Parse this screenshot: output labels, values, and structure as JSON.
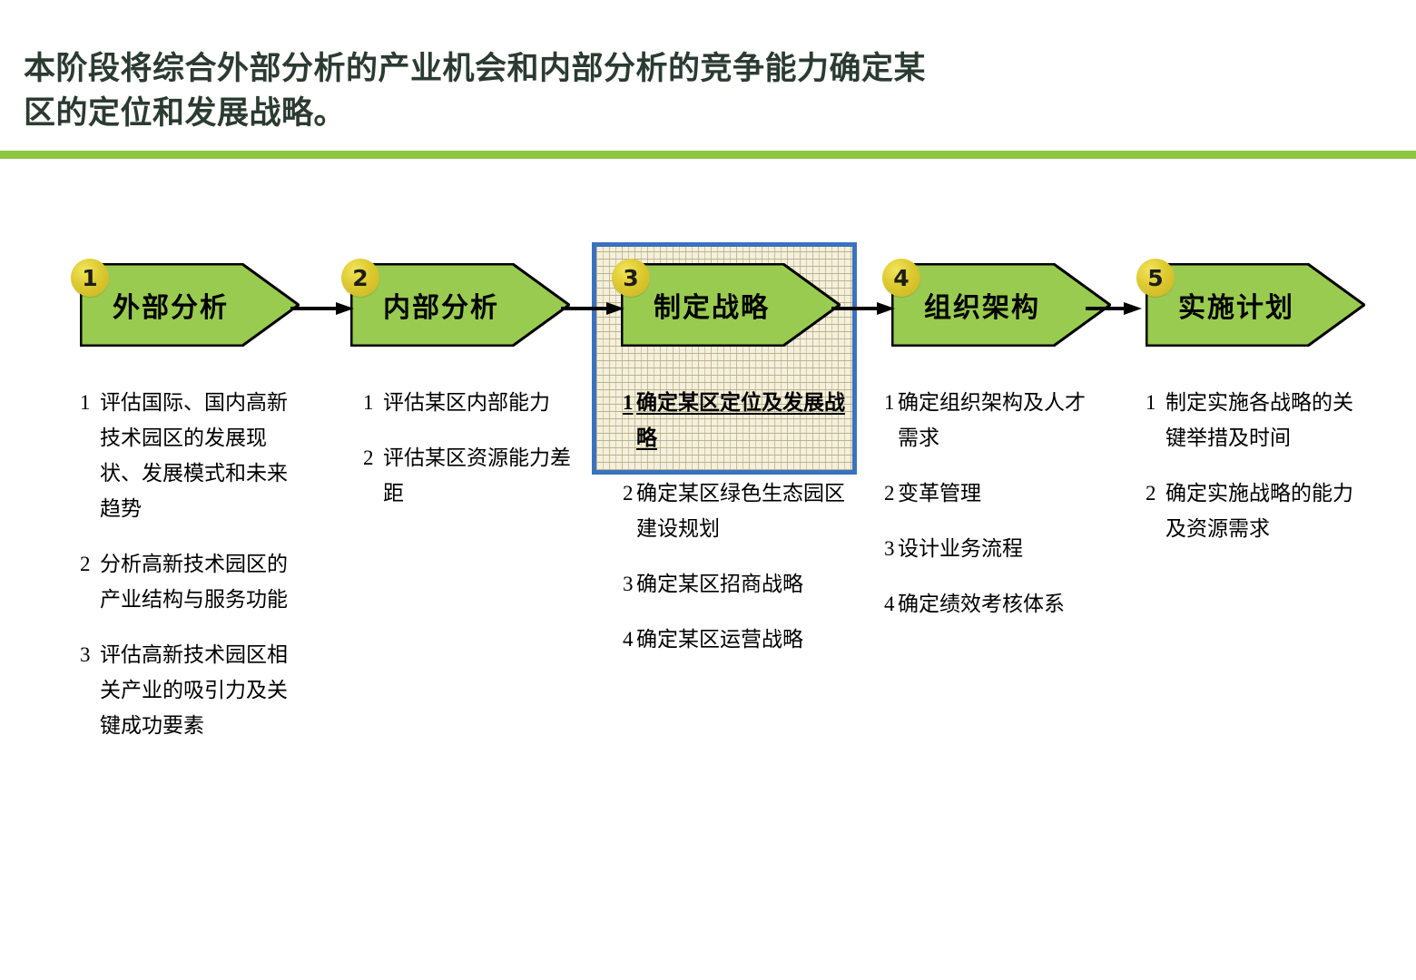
{
  "slide": {
    "title": "本阶段将综合外部分析的产业机会和内部分析的竞争能力确定某\n区的定位和发展战略。",
    "accent_color": "#8DC63F",
    "chevron_color": "#9ACB51",
    "badge_color": "#DDC930",
    "highlight_border_color": "#3A72BF",
    "highlight_fill_color": "#F5F0DC"
  },
  "steps": [
    {
      "number": "1",
      "label": "外部分析"
    },
    {
      "number": "2",
      "label": "内部分析"
    },
    {
      "number": "3",
      "label": "制定战略"
    },
    {
      "number": "4",
      "label": "组织架构"
    },
    {
      "number": "5",
      "label": "实施计划"
    }
  ],
  "columns": [
    {
      "step": "1",
      "bullets": [
        {
          "num": "1",
          "text": "评估国际、国内高新技术园区的发展现状、发展模式和未来趋势"
        },
        {
          "num": "2",
          "text": "分析高新技术园区的产业结构与服务功能"
        },
        {
          "num": "3",
          "text": "评估高新技术园区相关产业的吸引力及关键成功要素"
        }
      ]
    },
    {
      "step": "2",
      "bullets": [
        {
          "num": "1",
          "text": "评估某区内部能力"
        },
        {
          "num": "2",
          "text": "评估某区资源能力差距"
        }
      ]
    },
    {
      "step": "3",
      "bullets": [
        {
          "num": "1",
          "text": "确定某区定位及发展战略",
          "emphasis": true
        },
        {
          "num": "2",
          "text": "确定某区绿色生态园区建设规划"
        },
        {
          "num": "3",
          "text": "确定某区招商战略"
        },
        {
          "num": "4",
          "text": "确定某区运营战略"
        }
      ]
    },
    {
      "step": "4",
      "bullets": [
        {
          "num": "1",
          "text": "确定组织架构及人才需求"
        },
        {
          "num": "2",
          "text": "变革管理"
        },
        {
          "num": "3",
          "text": "设计业务流程"
        },
        {
          "num": "4",
          "text": "确定绩效考核体系"
        }
      ]
    },
    {
      "step": "5",
      "bullets": [
        {
          "num": "1",
          "text": "制定实施各战略的关键举措及时间"
        },
        {
          "num": "2",
          "text": "确定实施战略的能力及资源需求"
        }
      ]
    }
  ]
}
